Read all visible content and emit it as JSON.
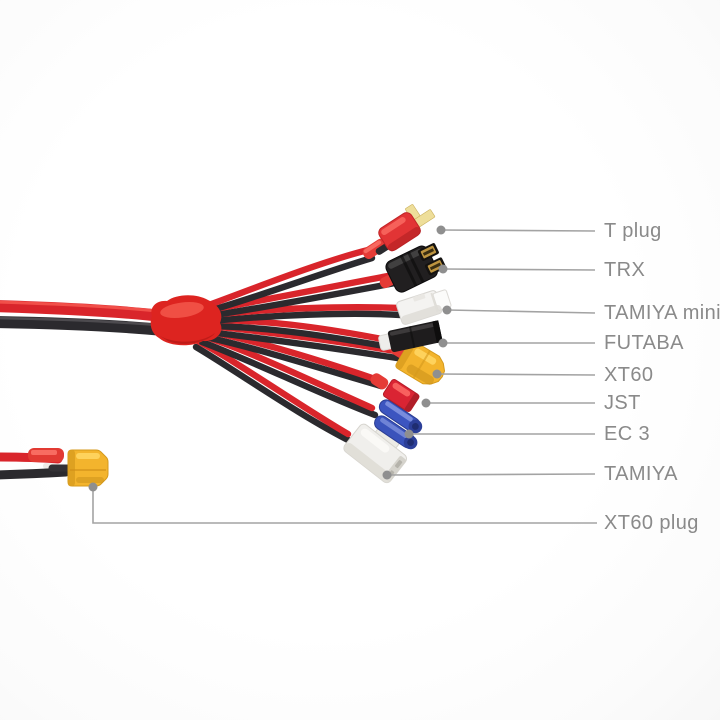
{
  "image": {
    "description": "Product photo: RC multi-charging adapter cable. One input lead splits at a red heat-shrink junction into eight leads, each ending in a different battery connector; a separate XT60 plug lead sits at lower left. Gray leader lines with dots point to gray text labels.",
    "background": "#ffffff"
  },
  "colors": {
    "label_text": "#8a8a8a",
    "leader_line": "#a3a3a3",
    "leader_dot": "#8f8f8f",
    "wire_red": "#d9252b",
    "wire_black": "#2b2a2e",
    "junction_red": "#dd2420",
    "t_plug_red": "#e23435",
    "t_plug_pins": "#eede9a",
    "trx_black": "#211f20",
    "trx_pins": "#bd9440",
    "tamiya_mini_white": "#f4f3f1",
    "futaba_black": "#1e1c1d",
    "xt60_yellow": "#f3b42d",
    "jst_red": "#da2433",
    "ec3_blue": "#3c55c0",
    "tamiya_white": "#f0efec"
  },
  "labels": [
    {
      "id": "t-plug",
      "text": "T plug"
    },
    {
      "id": "trx",
      "text": "TRX"
    },
    {
      "id": "tamiya-mini",
      "text": "TAMIYA mini"
    },
    {
      "id": "futaba",
      "text": "FUTABA"
    },
    {
      "id": "xt60",
      "text": "XT60"
    },
    {
      "id": "jst",
      "text": "JST"
    },
    {
      "id": "ec3",
      "text": "EC 3"
    },
    {
      "id": "tamiya",
      "text": "TAMIYA"
    },
    {
      "id": "xt60-plug",
      "text": "XT60 plug"
    }
  ],
  "connectors": [
    {
      "icon": "t-plug-connector",
      "body_color": "#e23435"
    },
    {
      "icon": "trx-connector",
      "body_color": "#211f20"
    },
    {
      "icon": "tamiya-mini-connector",
      "body_color": "#f4f3f1"
    },
    {
      "icon": "futaba-connector",
      "body_color": "#1e1c1d"
    },
    {
      "icon": "xt60-connector",
      "body_color": "#f3b42d"
    },
    {
      "icon": "jst-connector",
      "body_color": "#da2433"
    },
    {
      "icon": "ec3-connector",
      "body_color": "#3c55c0"
    },
    {
      "icon": "tamiya-connector",
      "body_color": "#f0efec"
    },
    {
      "icon": "xt60-plug-connector",
      "body_color": "#f3b42d"
    }
  ]
}
